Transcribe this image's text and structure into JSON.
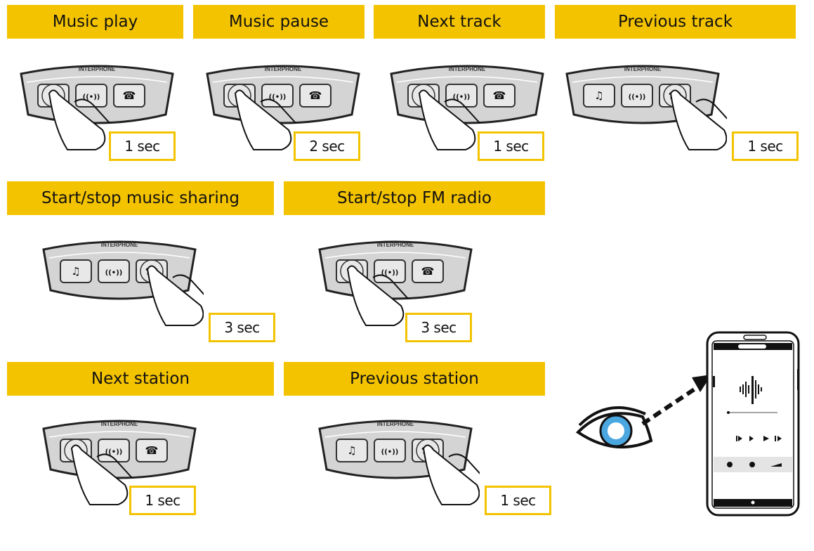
{
  "brand": "INTERPHONE",
  "colors": {
    "accent": "#f4c300",
    "device": "#d4d4d4",
    "device_dark": "#444444",
    "eye_iris": "#4aa7e0"
  },
  "tiles": [
    {
      "title": "Music play",
      "duration": "1 sec",
      "pressed": "music"
    },
    {
      "title": "Music pause",
      "duration": "2 sec",
      "pressed": "music"
    },
    {
      "title": "Next track",
      "duration": "1 sec",
      "pressed": "music"
    },
    {
      "title": "Previous track",
      "duration": "1 sec",
      "pressed": "phone"
    },
    {
      "title": "Start/stop music sharing",
      "duration": "3 sec",
      "pressed": "phone"
    },
    {
      "title": "Start/stop FM radio",
      "duration": "3 sec",
      "pressed": "music"
    },
    {
      "title": "Next station",
      "duration": "1 sec",
      "pressed": "music"
    },
    {
      "title": "Previous station",
      "duration": "1 sec",
      "pressed": "phone"
    }
  ],
  "device_buttons": [
    "music-note-icon",
    "intercom-icon",
    "phone-icon"
  ]
}
